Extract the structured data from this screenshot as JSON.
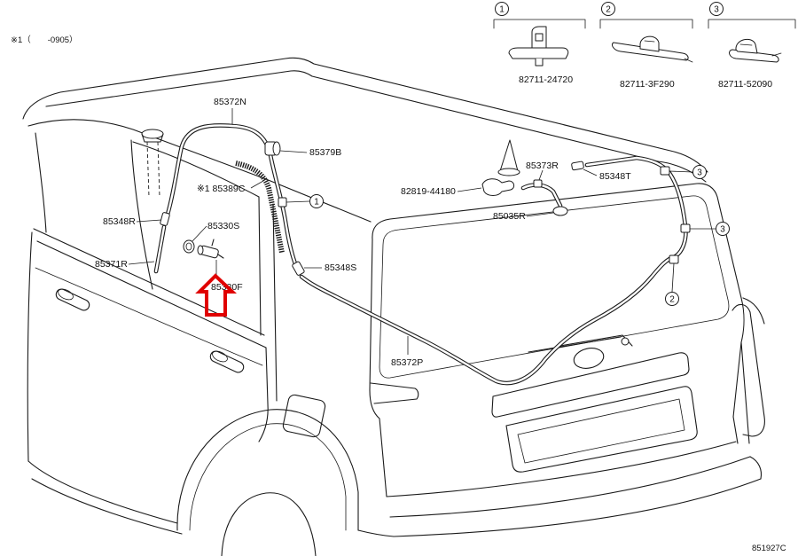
{
  "diagram": {
    "note": "※1（　　-0905）",
    "figure_id": "851927C",
    "colors": {
      "line": "#1a1a1a",
      "highlight_arrow": "#e00000",
      "background": "#ffffff"
    },
    "legend": [
      {
        "marker": "1",
        "part_no": "82711-24720"
      },
      {
        "marker": "2",
        "part_no": "82711-3F290"
      },
      {
        "marker": "3",
        "part_no": "82711-52090"
      }
    ],
    "part_labels": {
      "p85372N": "85372N",
      "p85379B": "85379B",
      "p85389C": "※1 85389C",
      "p85348R": "85348R",
      "p85330S": "85330S",
      "p85371R": "85371R",
      "p85330F": "85330F",
      "p82819_44180": "82819-44180",
      "p85373R": "85373R",
      "p85348T": "85348T",
      "p85035R": "85035R",
      "p85348S": "85348S",
      "p85372P": "85372P"
    },
    "clip_markers": [
      "1",
      "3",
      "3",
      "2"
    ]
  }
}
